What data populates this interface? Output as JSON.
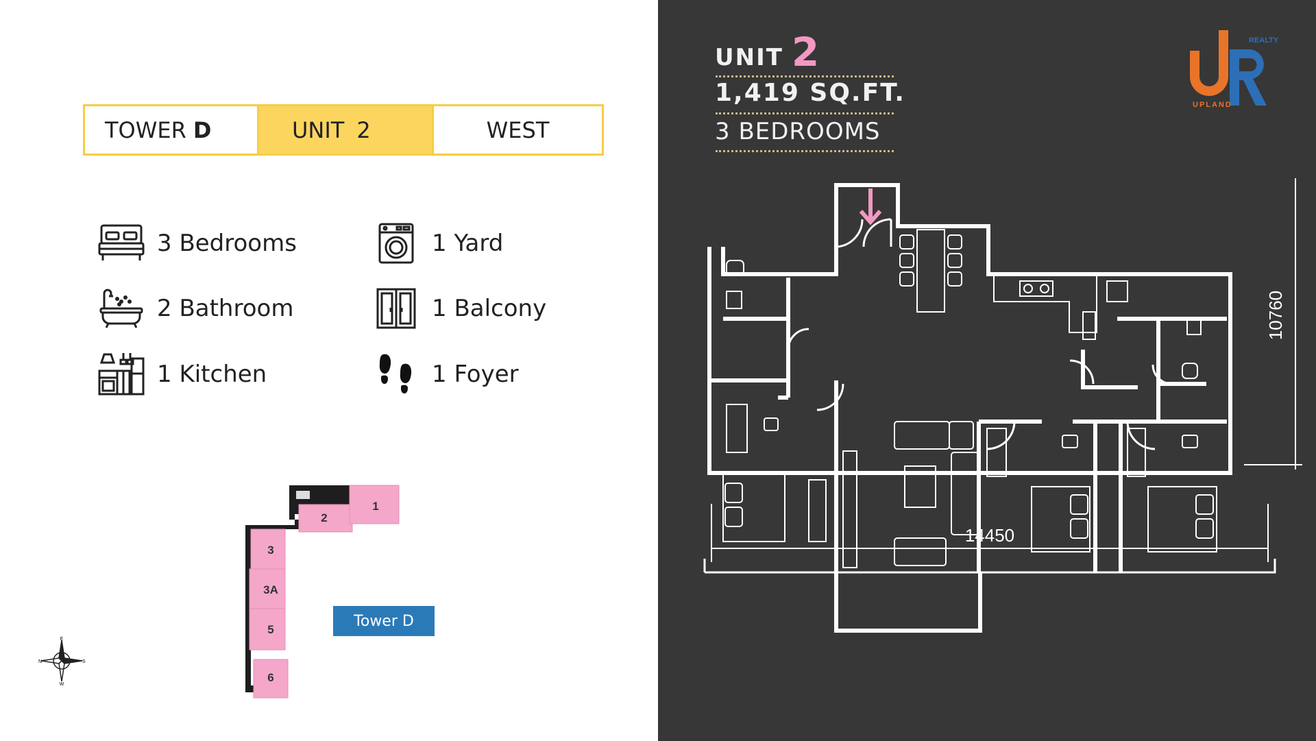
{
  "header": {
    "tower_label": "TOWER",
    "tower_value": "D",
    "unit_label": "UNIT",
    "unit_value": "2",
    "orientation": "WEST"
  },
  "features": [
    {
      "label": "3 Bedrooms",
      "icon": "bed-icon"
    },
    {
      "label": "2 Bathroom",
      "icon": "bathtub-icon"
    },
    {
      "label": "1 Kitchen",
      "icon": "kitchen-icon"
    },
    {
      "label": "1 Yard",
      "icon": "washing-machine-icon"
    },
    {
      "label": "1 Balcony",
      "icon": "balcony-door-icon"
    },
    {
      "label": "1 Foyer",
      "icon": "footprints-icon"
    }
  ],
  "keyplan": {
    "units": [
      "1",
      "2",
      "3",
      "3A",
      "5",
      "6"
    ],
    "tower_tag": "Tower D",
    "highlight_color": "#f4a7c9"
  },
  "compass": {
    "n": "N",
    "s": "S",
    "e": "E",
    "w": "W"
  },
  "unit_info": {
    "unit_word": "UNIT",
    "unit_number": "2",
    "area": "1,419 SQ.FT.",
    "bedrooms": "3 BEDROOMS"
  },
  "logo": {
    "top_text": "REALTY",
    "bottom_text": "UPLAND",
    "orange": "#e8742a",
    "blue": "#2d6fb6"
  },
  "dimensions": {
    "width": "14450",
    "height": "10760"
  },
  "colors": {
    "accent_yellow": "#fcd55f",
    "panel_dark": "#373737",
    "pink": "#f199c2"
  }
}
